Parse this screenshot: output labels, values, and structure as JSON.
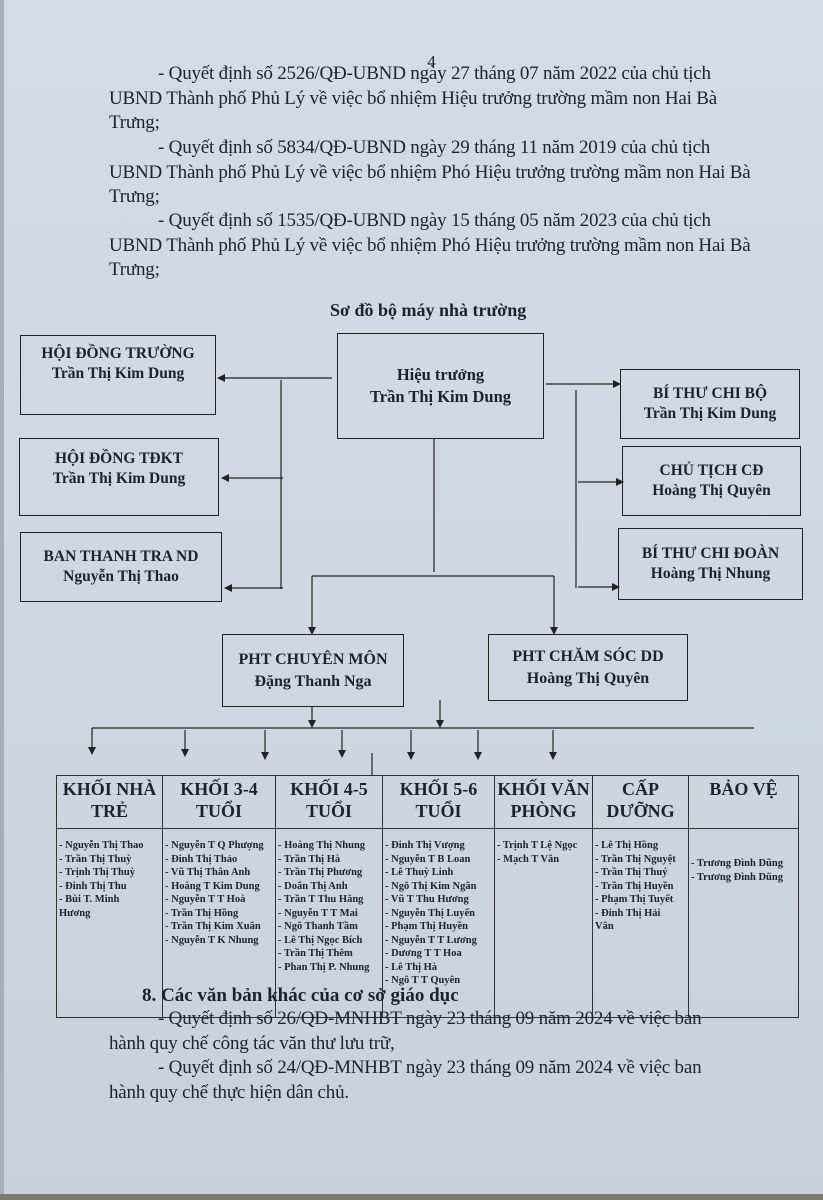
{
  "page_number": "4",
  "decisions_top": [
    {
      "first_line": "- Quyết định số 2526/QĐ-UBND ngày 27 tháng 07 năm 2022 của chủ tịch",
      "continuation": "UBND Thành phố Phủ Lý về việc bổ nhiệm Hiệu trưởng trường mầm non Hai Bà Trưng;"
    },
    {
      "first_line": "- Quyết định số 5834/QĐ-UBND ngày 29 tháng 11 năm 2019 của chủ tịch",
      "continuation": "UBND Thành phố Phủ Lý về việc bổ nhiệm Phó Hiệu trưởng trường mầm non Hai Bà Trưng;"
    },
    {
      "first_line": "- Quyết định số 1535/QĐ-UBND ngày 15 tháng 05 năm 2023 của chủ tịch",
      "continuation": "UBND Thành phố Phủ Lý về việc bổ nhiệm Phó Hiệu trưởng trường mầm non Hai Bà Trưng;"
    }
  ],
  "org_chart": {
    "title": "Sơ đồ bộ máy nhà trường",
    "principal": {
      "title": "Hiệu trưởng",
      "name": "Trần Thị Kim Dung"
    },
    "left_units": [
      {
        "title": "HỘI ĐỒNG TRƯỜNG",
        "name": "Trần Thị Kim Dung"
      },
      {
        "title": "HỘI ĐỒNG TĐKT",
        "name": "Trần Thị Kim Dung"
      },
      {
        "title": "BAN THANH TRA ND",
        "name": "Nguyễn Thị Thao"
      }
    ],
    "right_units": [
      {
        "title": "BÍ THƯ CHI BỘ",
        "name": "Trần Thị Kim Dung"
      },
      {
        "title": "CHỦ TỊCH CĐ",
        "name": "Hoàng Thị Quyên"
      },
      {
        "title": "BÍ THƯ CHI ĐOÀN",
        "name": "Hoàng Thị Nhung"
      }
    ],
    "vice_principals": [
      {
        "title": "PHT CHUYÊN MÔN",
        "name": "Đặng Thanh Nga"
      },
      {
        "title": "PHT CHĂM SÓC DD",
        "name": "Hoàng Thị Quyên"
      }
    ],
    "groups": [
      {
        "header": [
          "KHỐI NHÀ",
          "TRẺ"
        ],
        "members": [
          "- Nguyễn Thị Thao",
          "- Trần Thị Thuỳ",
          "- Trịnh Thị Thuỳ",
          "- Đinh Thị Thu",
          "- Bùi T. Minh",
          "Hương"
        ]
      },
      {
        "header": [
          "KHỐI 3-4",
          "TUỔI"
        ],
        "members": [
          "- Nguyễn T Q Phượng",
          "- Đinh Thị Thảo",
          "- Vũ Thị Thân Anh",
          "- Hoàng T Kim Dung",
          "- Nguyễn T T Hoà",
          "- Trần Thị Hồng",
          "- Trần Thị Kim Xuân",
          "- Nguyễn T K Nhung"
        ]
      },
      {
        "header": [
          "KHỐI 4-5",
          "TUỔI"
        ],
        "members": [
          "- Hoàng Thị Nhung",
          "- Trần Thị Hà",
          "- Trần Thị Phương",
          "- Doãn Thị Anh",
          "- Trần T Thu Hằng",
          "- Nguyễn T  T Mai",
          "- Ngô Thanh Tầm",
          "- Lê Thị Ngọc Bích",
          "- Trần Thị Thêm",
          "- Phan Thị P. Nhung"
        ]
      },
      {
        "header": [
          "KHỐI 5-6",
          "TUỔI"
        ],
        "members": [
          "- Đinh Thị Vượng",
          "- Nguyễn T B Loan",
          "- Lê Thuỳ Linh",
          "- Ngô Thị Kim Ngân",
          "- Vũ T Thu Hương",
          "- Nguyễn Thị Luyến",
          "- Phạm Thị Huyền",
          "- Nguyễn T T Lương",
          "- Dương T T Hoa",
          "- Lê Thị Hà",
          "- Ngô T T Quyên"
        ]
      },
      {
        "header": [
          "KHỐI VĂN",
          "PHÒNG"
        ],
        "members": [
          "- Trịnh T Lệ Ngọc",
          "- Mạch T Vân"
        ]
      },
      {
        "header": [
          "CẤP",
          "DƯỠNG"
        ],
        "members": [
          "- Lê Thị Hồng",
          "- Trần Thị Nguyệt",
          "- Trần Thị Thuý",
          "- Trần Thị Huyền",
          "- Phạm Thị Tuyết",
          "- Đinh Thị Hải",
          "Vân"
        ]
      },
      {
        "header": [
          "BẢO VỆ",
          ""
        ],
        "members": [
          "- Trương Đình Dũng",
          "- Trương Đình Dũng"
        ]
      }
    ]
  },
  "section8": {
    "heading": "8. Các văn bản khác của cơ sở giáo dục",
    "items": [
      {
        "first_line": "- Quyết định số 26/QĐ-MNHBT ngày 23 tháng 09 năm 2024 về việc ban",
        "continuation": "hành quy chế công tác văn thư lưu trữ,"
      },
      {
        "first_line": "- Quyết định số 24/QĐ-MNHBT ngày 23 tháng 09 năm 2024 về việc ban",
        "continuation": "hành quy chế thực hiện dân chủ."
      }
    ]
  }
}
